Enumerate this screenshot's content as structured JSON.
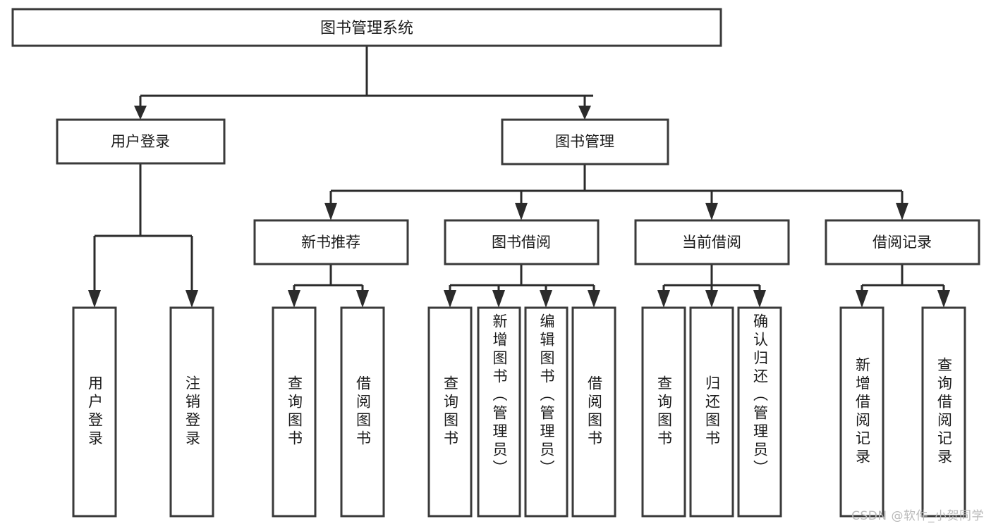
{
  "diagram": {
    "title": "图书管理系统",
    "type": "tree",
    "watermark": "CSDN @软件_小贺同学",
    "colors": {
      "box_stroke": "#3a3a3a",
      "connector": "#2b2b2b",
      "box_fill": "#ffffff",
      "text": "#1b1b1b",
      "watermark": "#b9b9b9"
    },
    "root": {
      "id": "root",
      "label": "图书管理系统"
    },
    "level2": [
      {
        "id": "user-login",
        "label": "用户登录"
      },
      {
        "id": "book-manage",
        "label": "图书管理"
      }
    ],
    "level3": [
      {
        "id": "new-book-recommend",
        "label": "新书推荐",
        "parent": "book-manage"
      },
      {
        "id": "book-borrow",
        "label": "图书借阅",
        "parent": "book-manage"
      },
      {
        "id": "current-borrow",
        "label": "当前借阅",
        "parent": "book-manage"
      },
      {
        "id": "borrow-record",
        "label": "借阅记录",
        "parent": "book-manage"
      }
    ],
    "leaves": [
      {
        "id": "leaf-user-login",
        "label": "用户登录",
        "parent": "user-login"
      },
      {
        "id": "leaf-user-logout",
        "label": "注销登录",
        "parent": "user-login"
      },
      {
        "id": "leaf-query-book-1",
        "label": "查询图书",
        "parent": "new-book-recommend"
      },
      {
        "id": "leaf-borrow-book-1",
        "label": "借阅图书",
        "parent": "new-book-recommend"
      },
      {
        "id": "leaf-query-book-2",
        "label": "查询图书",
        "parent": "book-borrow"
      },
      {
        "id": "leaf-add-book",
        "label": "新增图书（管理员）",
        "parent": "book-borrow"
      },
      {
        "id": "leaf-edit-book",
        "label": "编辑图书（管理员）",
        "parent": "book-borrow"
      },
      {
        "id": "leaf-borrow-book-2",
        "label": "借阅图书",
        "parent": "book-borrow"
      },
      {
        "id": "leaf-query-book-3",
        "label": "查询图书",
        "parent": "current-borrow"
      },
      {
        "id": "leaf-return-book",
        "label": "归还图书",
        "parent": "current-borrow"
      },
      {
        "id": "leaf-confirm-return",
        "label": "确认归还（管理员）",
        "parent": "current-borrow"
      },
      {
        "id": "leaf-add-record",
        "label": "新增借阅记录",
        "parent": "borrow-record"
      },
      {
        "id": "leaf-query-record",
        "label": "查询借阅记录",
        "parent": "borrow-record"
      }
    ]
  }
}
